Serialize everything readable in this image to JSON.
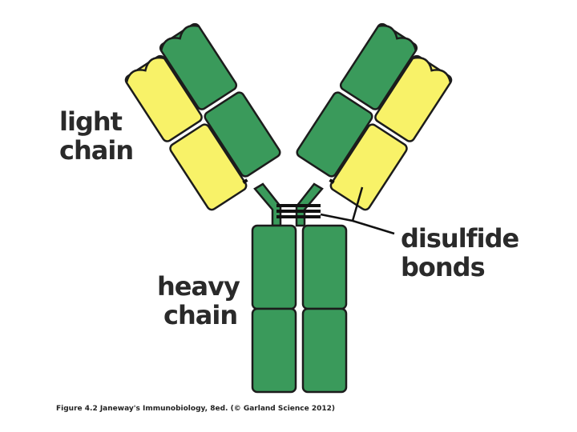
{
  "labels": {
    "light_chain": [
      "light",
      "chain"
    ],
    "heavy_chain": [
      "heavy",
      "chain"
    ],
    "disulfide_bonds": [
      "disulfide",
      "bonds"
    ]
  },
  "caption": "Figure 4.2 Janeway's Immunobiology, 8ed. (© Garland Science 2012)",
  "colors": {
    "heavy_chain": "#3a9a5b",
    "light_chain": "#f8f268",
    "outline": "#1c1c1c"
  }
}
